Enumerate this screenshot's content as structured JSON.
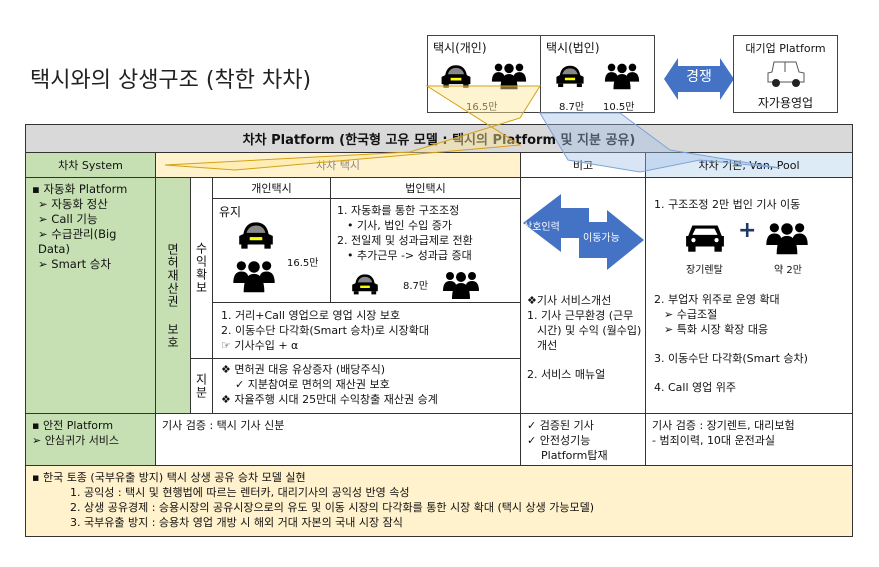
{
  "title": "택시와의 상생구조 (착한 차차)",
  "top": {
    "personal": {
      "label": "택시(개인)",
      "count": "16.5만"
    },
    "corporate": {
      "label": "택시(법인)",
      "car_count": "8.7만",
      "driver_count": "10.5만"
    },
    "competition": "경쟁",
    "bigcorp": {
      "label": "대기업 Platform",
      "sub": "자가용영업"
    }
  },
  "table": {
    "header": "차차 Platform (한국형 고유 모델 : 택시의 Platform 및 지분 공유)",
    "col_system": "차차 System",
    "col_taxi": "차차 택시",
    "col_note": "비고",
    "col_basic": "차차 기본, Van, Pool",
    "system_items": [
      "▪ 자동화 Platform",
      "➢  자동화 정산",
      "➢  Call 기능",
      "➢  수급관리(Big Data)",
      "➢  Smart 승차"
    ],
    "license": "면허재산권 보호",
    "revenue": "수익확보",
    "equity": "지분",
    "personal_taxi": "개인택시",
    "corporate_taxi": "법인택시",
    "keep": "유지",
    "personal_count": "16.5만",
    "corp_lines": [
      "1. 자동화를 통한 구조조정",
      "• 기사, 법인 수입 증가",
      "2. 전일제 및 성과급제로 전환",
      "• 추가근무 -> 성과급 증대"
    ],
    "corp_count": "8.7만",
    "merged_lines": [
      "1.  거리+Call 영업으로 영업 시장 보호",
      "2.  이동수단 다각화(Smart 승차)로 시장확대",
      "☞  기사수입   + α"
    ],
    "equity_lines": [
      "❖  면허권 대응 유상증자 (배당주식)",
      "✓  지분참여로 면허의 재산권 보호",
      "❖  자율주행 시대 25만대 수익창출 재산권 승계"
    ],
    "arrow_left": "상호인력",
    "arrow_right": "이동가능",
    "note_lines": [
      "❖기사 서비스개선",
      "1. 기사 근무환경 (근무시간) 및 수익 (월수입) 개선",
      "2. 서비스 매뉴얼"
    ],
    "basic_line1": "1. 구조조정 2만 법인 기사 이동",
    "rental": "장기렌탈",
    "approx": "약 2만",
    "basic_lines": [
      "2. 부업자 위주로 운영 확대",
      "➢ 수급조절",
      "➢ 특화 시장 확장 대응",
      "3. 이동수단 다각화(Smart 승차)",
      "4. Call 영업 위주"
    ],
    "safety_items": [
      "▪ 안전 Platform",
      "➢ 안심귀가 서비스"
    ],
    "safety_taxi": "기사 검증 : 택시 기사 신분",
    "safety_note": [
      "✓  검증된 기사",
      "✓  안전성기능 Platform탑재"
    ],
    "safety_basic": [
      "기사 검증 : 장기렌트, 대리보험",
      "-    범죄이력, 10대 운전과실"
    ],
    "bottom_title": "▪ 한국 토종 (국부유출 방지) 택시 상생 공유 승차 모델 실현",
    "bottom_items": [
      "1.    공익성 : 택시 및 현행법에 따르는 렌터카, 대리기사의 공익성 반영 속성",
      "2.    상생 공유경제 : 승용시장의 공유시장으로의 유도 및 이동 시장의 다각화를 통한 시장 확대 (택시 상생 가능모델)",
      "3.    국부유출 방지 : 승용차 영업 개방 시 해외 거대 자본의 국내 시장 잠식"
    ]
  },
  "colors": {
    "green": "#c6e0b4",
    "yellow": "#fff2cc",
    "blue": "#ddebf7",
    "arrow": "#4472c4",
    "header": "#d9d9d9"
  }
}
